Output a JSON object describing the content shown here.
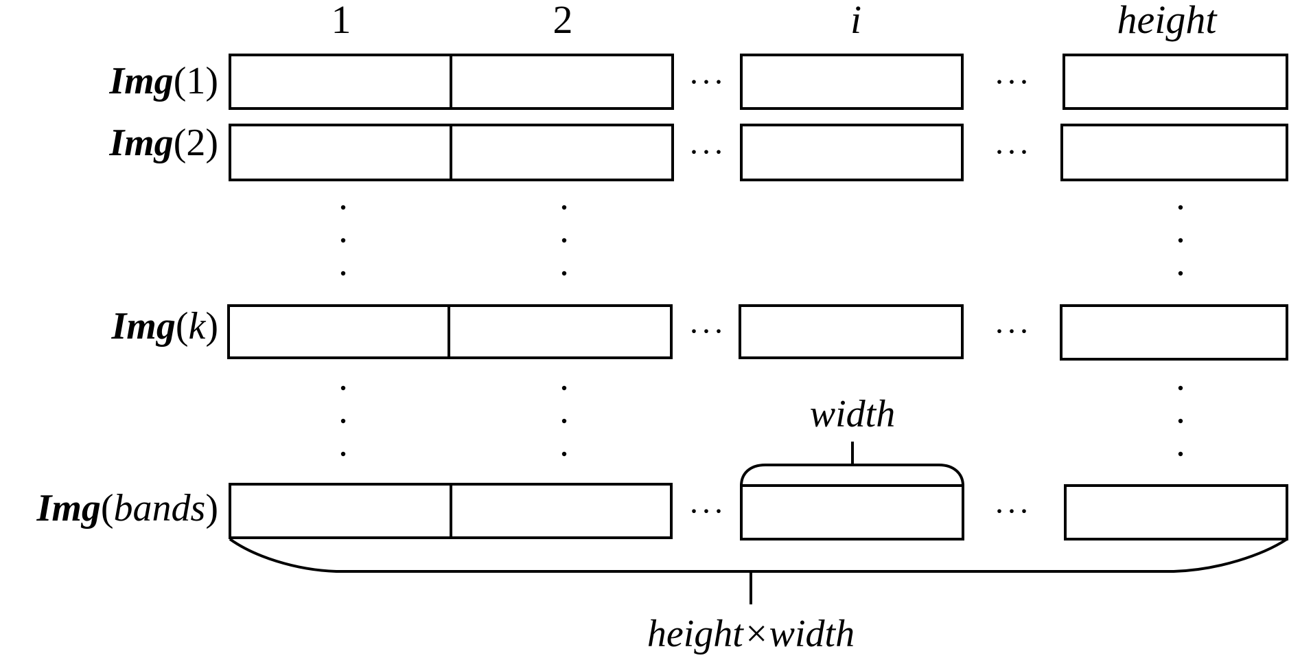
{
  "columns": {
    "col1": "1",
    "col2": "2",
    "coli": "i",
    "colh": "height"
  },
  "rows": [
    {
      "prefix": "Img",
      "open": "(",
      "arg": "1",
      "arg_italic": false,
      "close": ")"
    },
    {
      "prefix": "Img",
      "open": "(",
      "arg": "2",
      "arg_italic": false,
      "close": ")"
    },
    {
      "prefix": "Img",
      "open": "(",
      "arg": "k",
      "arg_italic": true,
      "close": ")"
    },
    {
      "prefix": "Img",
      "open": "(",
      "arg": "bands",
      "arg_italic": true,
      "close": ")"
    }
  ],
  "ellipsis": "···",
  "width_label": "width",
  "total_label": "height×width"
}
